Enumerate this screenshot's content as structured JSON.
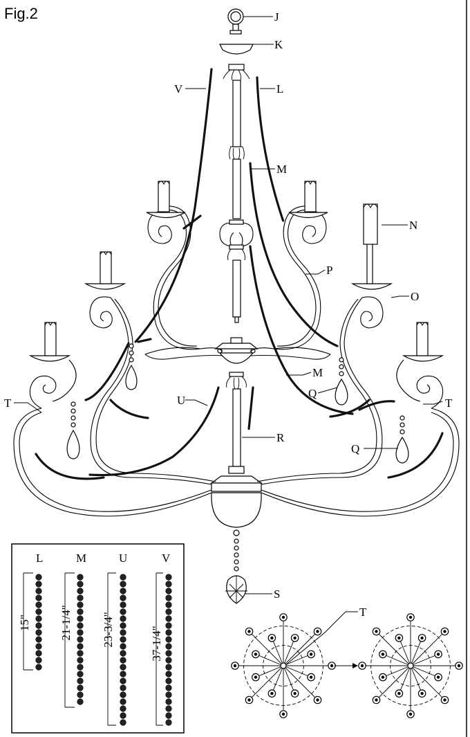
{
  "figure": {
    "title": "Fig.2",
    "labels": {
      "J": "J",
      "K": "K",
      "V": "V",
      "L": "L",
      "M": "M",
      "N": "N",
      "P": "P",
      "O": "O",
      "Q": "Q",
      "T": "T",
      "U": "U",
      "R": "R",
      "S": "S"
    }
  },
  "chain_table": {
    "columns": [
      {
        "letter": "L",
        "length": "15\""
      },
      {
        "letter": "M",
        "length": "21-1/4\""
      },
      {
        "letter": "U",
        "length": "23-3/4\""
      },
      {
        "letter": "V",
        "length": "37-1/4\""
      }
    ]
  },
  "crystal_detail": {
    "label": "T"
  }
}
